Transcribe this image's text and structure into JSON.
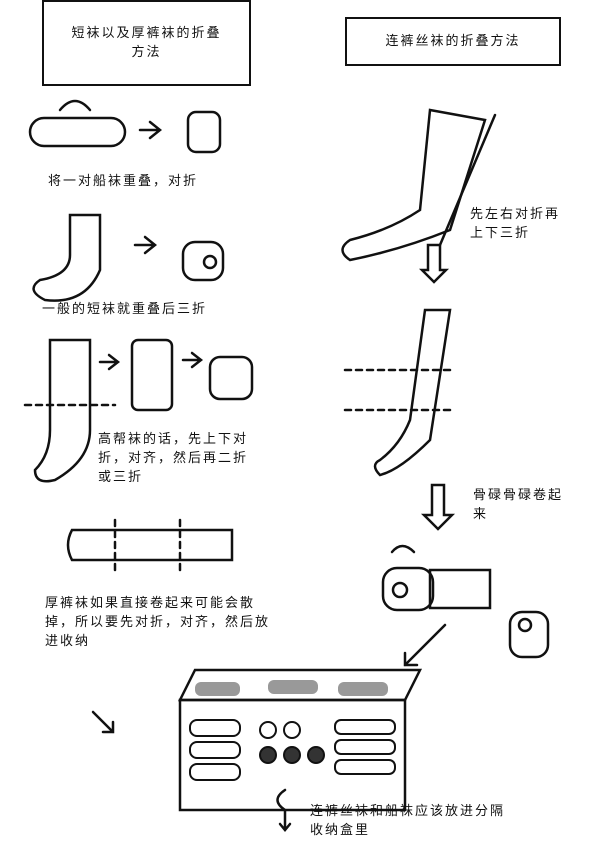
{
  "left_title": "短袜以及厚裤袜的折叠方法",
  "right_title": "连裤丝袜的折叠方法",
  "steps": {
    "boat_socks": "将一对船袜重叠，对折",
    "short_socks": "一般的短袜就重叠后三折",
    "high_socks": "高帮袜的话，先上下对折，对齐，然后再二折或三折",
    "thick_tights": "厚裤袜如果直接卷起来可能会散掉，所以要先对折，对齐，然后放进收纳",
    "tights_fold": "先左右对折再上下三折",
    "tights_roll": "骨碌骨碌卷起来",
    "storage": "连裤丝袜和船袜应该放进分隔收纳盒里"
  }
}
